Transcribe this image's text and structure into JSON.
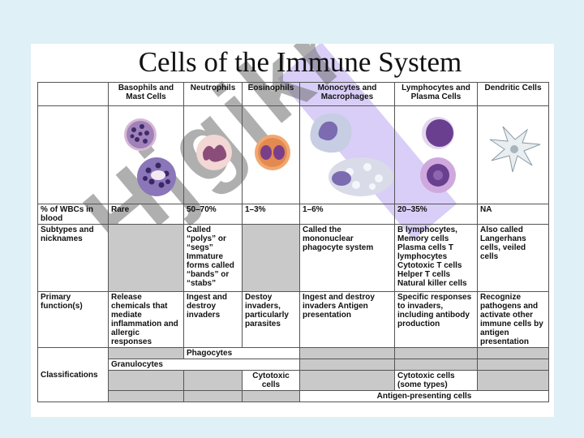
{
  "title": "Cells of the Immune System",
  "watermark": "Hjgjkr",
  "columns": [
    "Basophils and Mast Cells",
    "Neutrophils",
    "Eosinophils",
    "Monocytes and Macrophages",
    "Lymphocytes and Plasma Cells",
    "Dendritic Cells"
  ],
  "rows": {
    "wbc": {
      "label": "% of WBCs in blood",
      "values": [
        "Rare",
        "50–70%",
        "1–3%",
        "1–6%",
        "20–35%",
        "NA"
      ]
    },
    "subtypes": {
      "label": "Subtypes and nicknames",
      "values": [
        "",
        "Called “polys” or “segs” Immature forms called “bands” or “stabs”",
        "",
        "Called the mononuclear phagocyte system",
        "B lymphocytes, Memory cells Plasma cells T lymphocytes Cytotoxic T cells Helper T cells Natural killer cells",
        "Also called Langerhans cells, veiled cells"
      ]
    },
    "function": {
      "label": "Primary function(s)",
      "values": [
        "Release chemicals that mediate inflammation and allergic responses",
        "Ingest and destroy invaders",
        "Destoy invaders, particularly parasites",
        "Ingest and destroy invaders Antigen presentation",
        "Specific responses to invaders, including antibody production",
        "Recognize pathogens and activate other immune cells by antigen presentation"
      ]
    }
  },
  "classifications": {
    "label": "Classifications",
    "phagocytes": "Phagocytes",
    "granulocytes": "Granulocytes",
    "cytotoxic": "Cytotoxic cells",
    "cytotoxic_some": "Cytotoxic cells (some types)",
    "antigen_presenting": "Antigen-presenting cells"
  },
  "colors": {
    "shade": "#c9c9c9",
    "basophil": "#5a3f8a",
    "neutrophil": "#8a4d7a",
    "eosinophil": "#e0824a",
    "macrophage": "#7c6bb0",
    "lymphocyte": "#6a3f90",
    "dendritic": "#e9eef0"
  }
}
